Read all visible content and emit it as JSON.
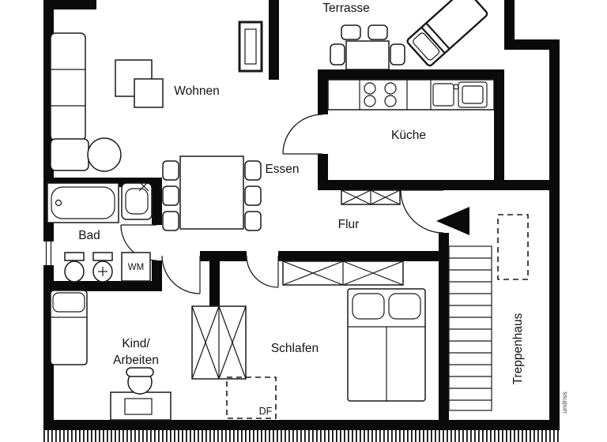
{
  "plan": {
    "rooms": {
      "terrasse": "Terrasse",
      "wohnen": "Wohnen",
      "kueche": "Küche",
      "essen": "Essen",
      "flur": "Flur",
      "bad": "Bad",
      "kind_line1": "Kind/",
      "kind_line2": "Arbeiten",
      "schlafen": "Schlafen",
      "treppenhaus": "Treppenhaus"
    },
    "annotations": {
      "washing_machine": "WM",
      "roof_window": "DF",
      "watermark": "undriss"
    },
    "colors": {
      "wall": "#0a0a0a",
      "line": "#1a1a1a",
      "background": "#ffffff"
    }
  }
}
